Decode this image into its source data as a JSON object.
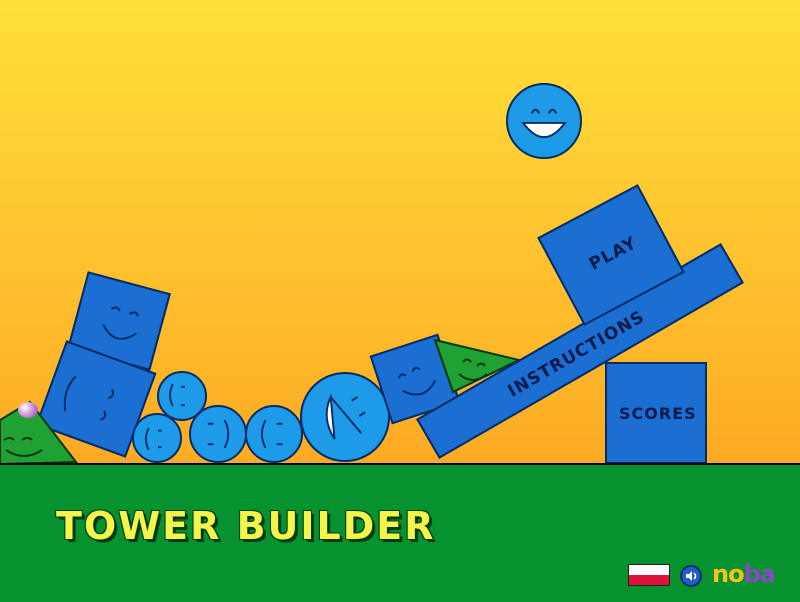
{
  "game": {
    "title": "TOWER BUILDER"
  },
  "menu": {
    "play_label": "PLAY",
    "instructions_label": "INSTRUCTIONS",
    "scores_label": "SCORES"
  },
  "footer": {
    "language_flag": "poland-flag-icon",
    "sound_icon": "speaker-icon",
    "logo": "noba"
  },
  "colors": {
    "sky_top": "#ffe03a",
    "sky_bottom": "#fb9a1c",
    "ground": "#06922e",
    "block_blue": "#1b6fd2",
    "ball_blue": "#1d9be9",
    "triangle_green": "#1fa133",
    "title_yellow": "#f5f44a"
  }
}
